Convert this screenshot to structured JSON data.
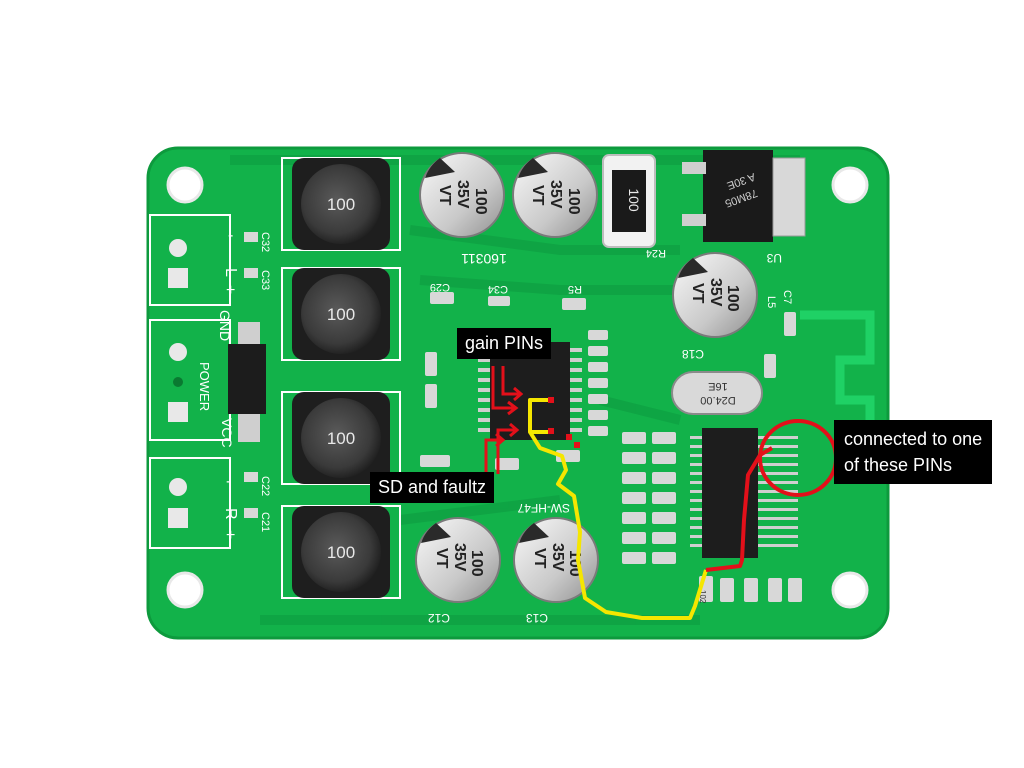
{
  "annotations": {
    "gain_label": "gain PINs",
    "sd_label": "SD and faultz",
    "connection_line1": "connected to one",
    "connection_line2": "of these PINs"
  },
  "components": {
    "inductor_value": "100",
    "capacitor_value": "100",
    "capacitor_voltage": "35V",
    "capacitor_series": "VT",
    "resistor_value": "100",
    "date_code": "160311",
    "crystal_top": "16E",
    "crystal_bottom": "D24.00",
    "regulator_line1": "A 30E",
    "regulator_line2": "78M05",
    "smd_marking": "102",
    "ref_r24": "R24",
    "ref_u3": "U3",
    "ref_c18": "C18",
    "ref_c12": "C12",
    "ref_c13": "C13",
    "ref_c29": "C29",
    "ref_r5": "R5",
    "ref_c34": "C34",
    "ref_c32": "C32",
    "ref_c33": "C33",
    "ref_c21": "C21",
    "ref_c22": "C22",
    "ref_c7": "C7",
    "ref_l5": "L5",
    "board_id": "SW-HF47"
  },
  "silkscreen": {
    "power": "POWER",
    "gnd": "GND",
    "vcc": "VCC",
    "l": "L",
    "r": "R",
    "plus": "+",
    "minus": "-"
  },
  "colors": {
    "board": "#12b24a",
    "annotation_red": "#e3101a",
    "annotation_yellow": "#f5e600",
    "callout_bg": "#000000"
  }
}
